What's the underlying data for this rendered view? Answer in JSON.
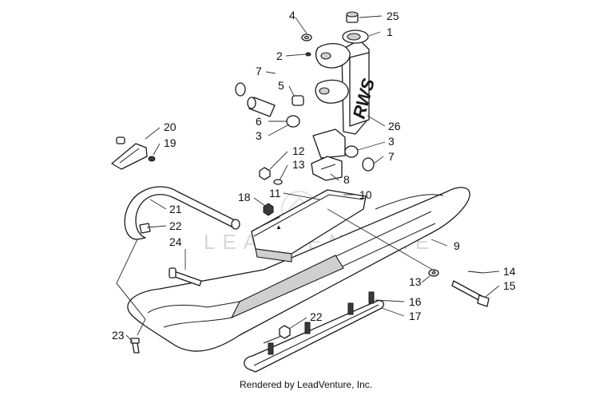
{
  "watermark": "LEADVENTURE",
  "credit": "Rendered by LeadVenture, Inc.",
  "decal_text": "RWS",
  "callouts": [
    {
      "id": "c1",
      "label": "1"
    },
    {
      "id": "c2",
      "label": "2"
    },
    {
      "id": "c3a",
      "label": "3"
    },
    {
      "id": "c3b",
      "label": "3"
    },
    {
      "id": "c4",
      "label": "4"
    },
    {
      "id": "c5",
      "label": "5"
    },
    {
      "id": "c6",
      "label": "6"
    },
    {
      "id": "c7a",
      "label": "7"
    },
    {
      "id": "c7b",
      "label": "7"
    },
    {
      "id": "c8",
      "label": "8"
    },
    {
      "id": "c9",
      "label": "9"
    },
    {
      "id": "c10",
      "label": "10"
    },
    {
      "id": "c11",
      "label": "11"
    },
    {
      "id": "c12",
      "label": "12"
    },
    {
      "id": "c13a",
      "label": "13"
    },
    {
      "id": "c13b",
      "label": "13"
    },
    {
      "id": "c14",
      "label": "14"
    },
    {
      "id": "c15",
      "label": "15"
    },
    {
      "id": "c16",
      "label": "16"
    },
    {
      "id": "c17",
      "label": "17"
    },
    {
      "id": "c18",
      "label": "18"
    },
    {
      "id": "c19",
      "label": "19"
    },
    {
      "id": "c20",
      "label": "20"
    },
    {
      "id": "c21",
      "label": "21"
    },
    {
      "id": "c22a",
      "label": "22"
    },
    {
      "id": "c22b",
      "label": "22"
    },
    {
      "id": "c23",
      "label": "23"
    },
    {
      "id": "c24",
      "label": "24"
    },
    {
      "id": "c25",
      "label": "25"
    },
    {
      "id": "c26",
      "label": "26"
    }
  ]
}
